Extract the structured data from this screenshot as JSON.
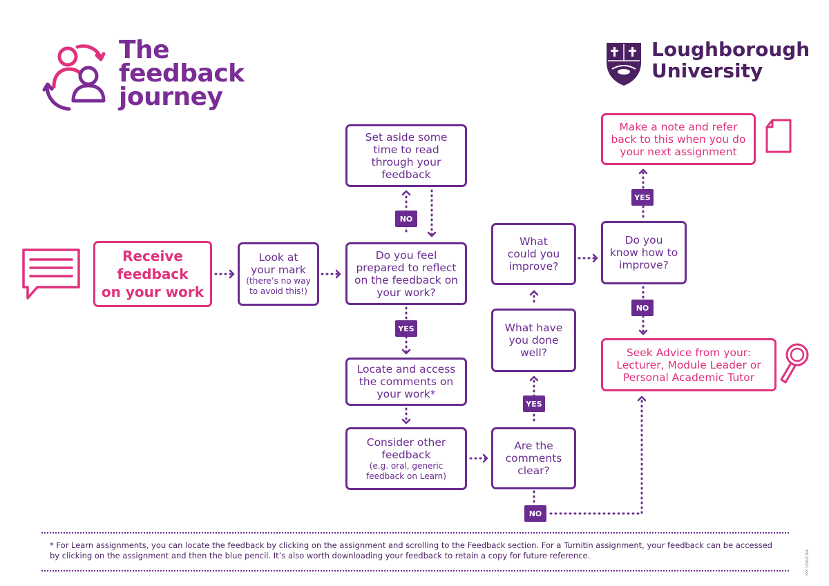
{
  "header": {
    "title_lines": [
      "The",
      "feedback",
      "journey"
    ],
    "university_lines": [
      "Loughborough",
      "University"
    ]
  },
  "boxes": {
    "receive": [
      "Receive",
      "feedback",
      "on your work"
    ],
    "look_main": [
      "Look at",
      "your mark"
    ],
    "look_note": [
      "(there’s no way",
      "to avoid this!)"
    ],
    "set_aside": [
      "Set aside some",
      "time to read",
      "through your",
      "feedback"
    ],
    "prepared": [
      "Do you feel",
      "prepared to reflect",
      "on the feedback on",
      "your work?"
    ],
    "locate": [
      "Locate and access",
      "the comments on",
      "your work*"
    ],
    "consider_main": [
      "Consider other",
      "feedback"
    ],
    "consider_note": [
      "(e.g. oral, generic",
      "feedback on Learn)"
    ],
    "clear": [
      "Are the",
      "comments",
      "clear?"
    ],
    "done_well": [
      "What have",
      "you done",
      "well?"
    ],
    "improve": [
      "What",
      "could you",
      "improve?"
    ],
    "know": [
      "Do you",
      "know how to",
      "improve?"
    ],
    "note": [
      "Make a note and refer",
      "back to this when you do",
      "your next assignment"
    ],
    "advice": [
      "Seek Advice from your:",
      "Lecturer, Module Leader or",
      "Personal Academic Tutor"
    ]
  },
  "badges": {
    "no_top": "NO",
    "yes_mid": "YES",
    "yes_clear": "YES",
    "no_bottom": "NO",
    "yes_know": "YES",
    "no_know": "NO"
  },
  "footnote": "* For Learn assignments, you can locate the feedback by clicking on the assignment and scrolling to the Feedback section. For a Turnitin assignment, your feedback can be accessed by clicking on the assignment and then the blue pencil. It’s also worth downloading your feedback to retain a copy for future reference.",
  "side_code": "TBC1/0521.xxx",
  "colors": {
    "purple": "#6b2c91",
    "pink": "#e0317d",
    "dark": "#4c2162"
  },
  "icons": [
    "feedback-journey-logo-icon",
    "university-crest-icon",
    "speech-bubble-icon",
    "document-icon",
    "magnifier-icon"
  ]
}
